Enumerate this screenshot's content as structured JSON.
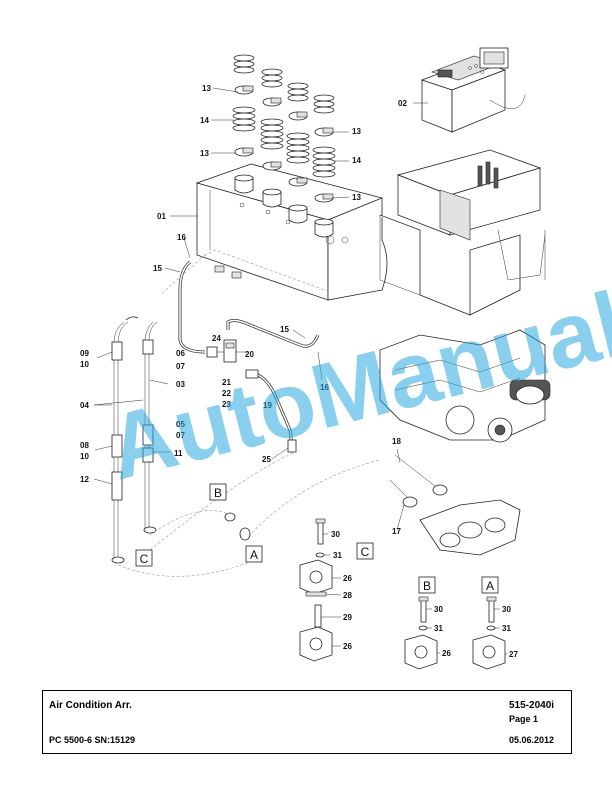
{
  "watermark": "AutoManual",
  "part_numbers": {
    "p01": "01",
    "p02": "02",
    "p03": "03",
    "p04": "04",
    "p05": "05",
    "p06": "06",
    "p07": "07",
    "p08": "08",
    "p09": "09",
    "p10": "10",
    "p11": "11",
    "p12": "12",
    "p13": "13",
    "p14": "14",
    "p15": "15",
    "p16": "16",
    "p17": "17",
    "p18": "18",
    "p19": "19",
    "p20": "20",
    "p21": "21",
    "p22": "22",
    "p23": "23",
    "p24": "24",
    "p25": "25",
    "p26": "26",
    "p27": "27",
    "p28": "28",
    "p29": "29",
    "p30": "30",
    "p31": "31"
  },
  "detail_markers": {
    "a": "A",
    "b": "B",
    "c": "C"
  },
  "title_block": {
    "title": "Air Condition Arr.",
    "code": "515-2040i",
    "page": "Page 1",
    "model": "PC 5500-6 SN:15129",
    "date": "05.06.2012"
  }
}
